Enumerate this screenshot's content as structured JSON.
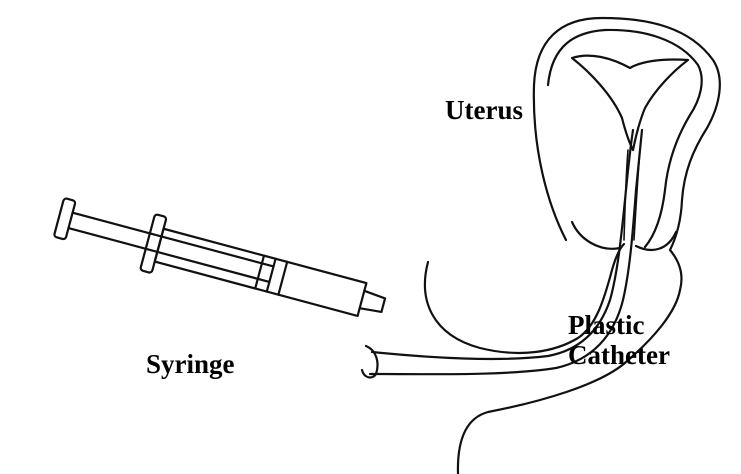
{
  "labels": {
    "uterus": "Uterus",
    "syringe": "Syringe",
    "catheter_line1": "Plastic",
    "catheter_line2": "Catheter"
  }
}
